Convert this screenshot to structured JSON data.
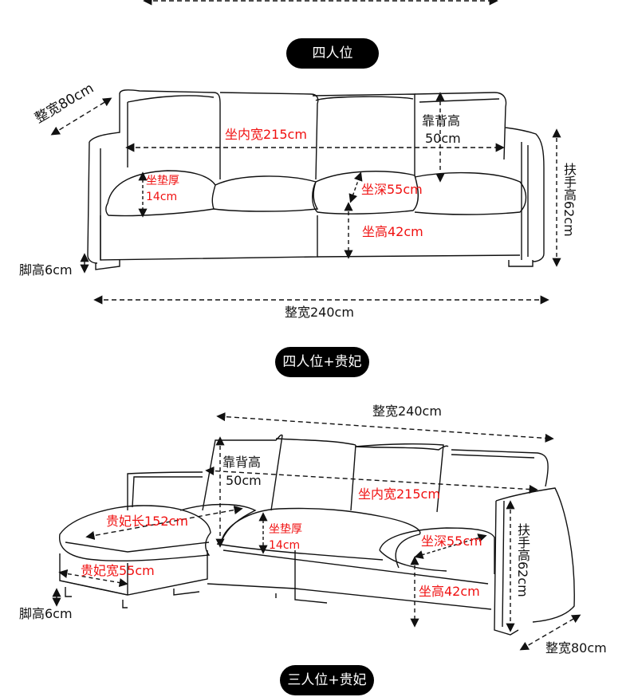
{
  "sections": [
    {
      "title": "四人位",
      "dimensions": {
        "depth": "整宽80cm",
        "inner_width": "坐内宽215cm",
        "back_height_line1": "靠背高",
        "back_height_line2": "50cm",
        "cushion_thickness_line1": "坐垫厚",
        "cushion_thickness_line2": "14cm",
        "seat_depth": "坐深55cm",
        "seat_height": "坐高42cm",
        "armrest_height": "扶手高62cm",
        "leg_height": "脚高6cm",
        "total_width": "整宽240cm"
      }
    },
    {
      "title": "四人位+贵妃",
      "dimensions": {
        "total_width": "整宽240cm",
        "back_height_line1": "靠背高",
        "back_height_line2": "50cm",
        "inner_width": "坐内宽215cm",
        "chaise_length": "贵妃长152cm",
        "cushion_thickness_line1": "坐垫厚",
        "cushion_thickness_line2": "14cm",
        "seat_depth": "坐深55cm",
        "chaise_width": "贵妃宽55cm",
        "seat_height": "坐高42cm",
        "armrest_height": "扶手高62cm",
        "leg_height": "脚高6cm",
        "depth": "整宽80cm"
      }
    },
    {
      "title": "三人位+贵妃"
    }
  ],
  "colors": {
    "label": "#111111",
    "highlight": "#f01010",
    "pill_bg": "#000000",
    "pill_text": "#ffffff"
  }
}
